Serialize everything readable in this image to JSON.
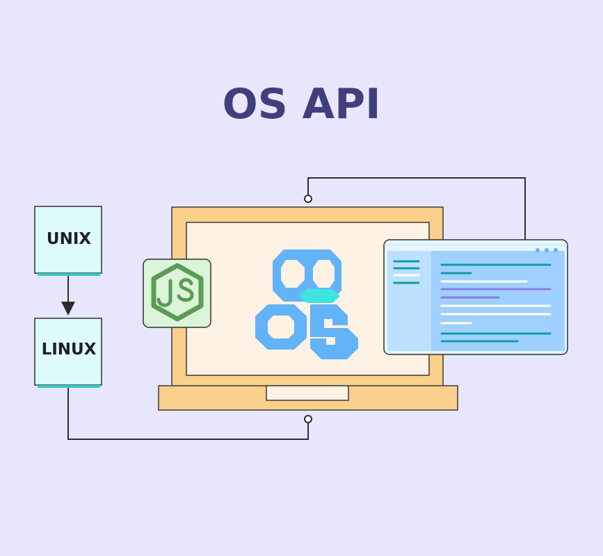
{
  "title": "OS API",
  "nodes": {
    "unix": "UNIX",
    "linux": "LINUX"
  },
  "icons": {
    "nodejs": "nodejs-logo-icon",
    "os_logo": "os-logo-icon",
    "browser_window": "browser-window-icon"
  },
  "colors": {
    "background": "#e8e6fc",
    "title": "#3f3f7c",
    "laptop_body": "#fbcf8c",
    "laptop_screen": "#fef2e4",
    "os_logo": "#62b3f7",
    "os_logo_accent": "#3fe3e0",
    "nodejs": "#5a9c57",
    "node_box": "#ddfbfb",
    "node_box_accent": "#33c8c8"
  }
}
